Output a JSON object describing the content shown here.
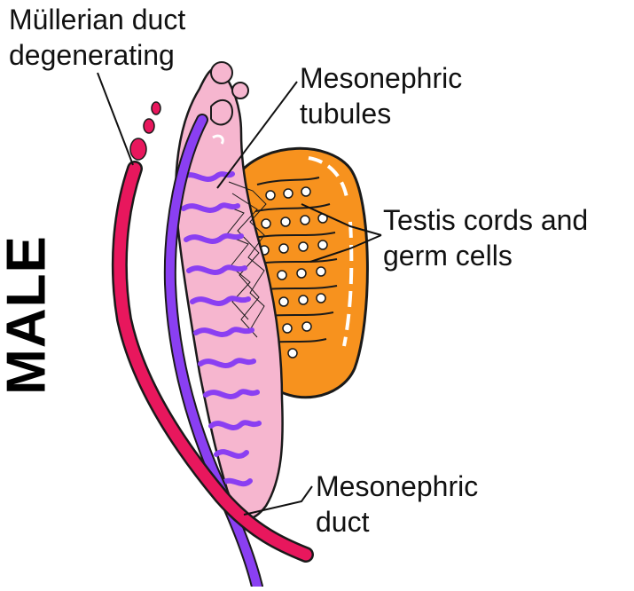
{
  "side_label": "MALE",
  "labels": {
    "mullerian_duct": "Müllerian duct\ndegenerating",
    "mesonephric_tubules": "Mesonephric\ntubules",
    "testis_cords": "Testis cords and\ngerm cells",
    "mesonephric_duct": "Mesonephric\nduct"
  },
  "colors": {
    "mullerian_duct": "#e8175d",
    "mesonephric_duct": "#8a3ff2",
    "mesonephros_body": "#f6b6cf",
    "testis": "#f7921e",
    "outline": "#1a1a1a"
  }
}
